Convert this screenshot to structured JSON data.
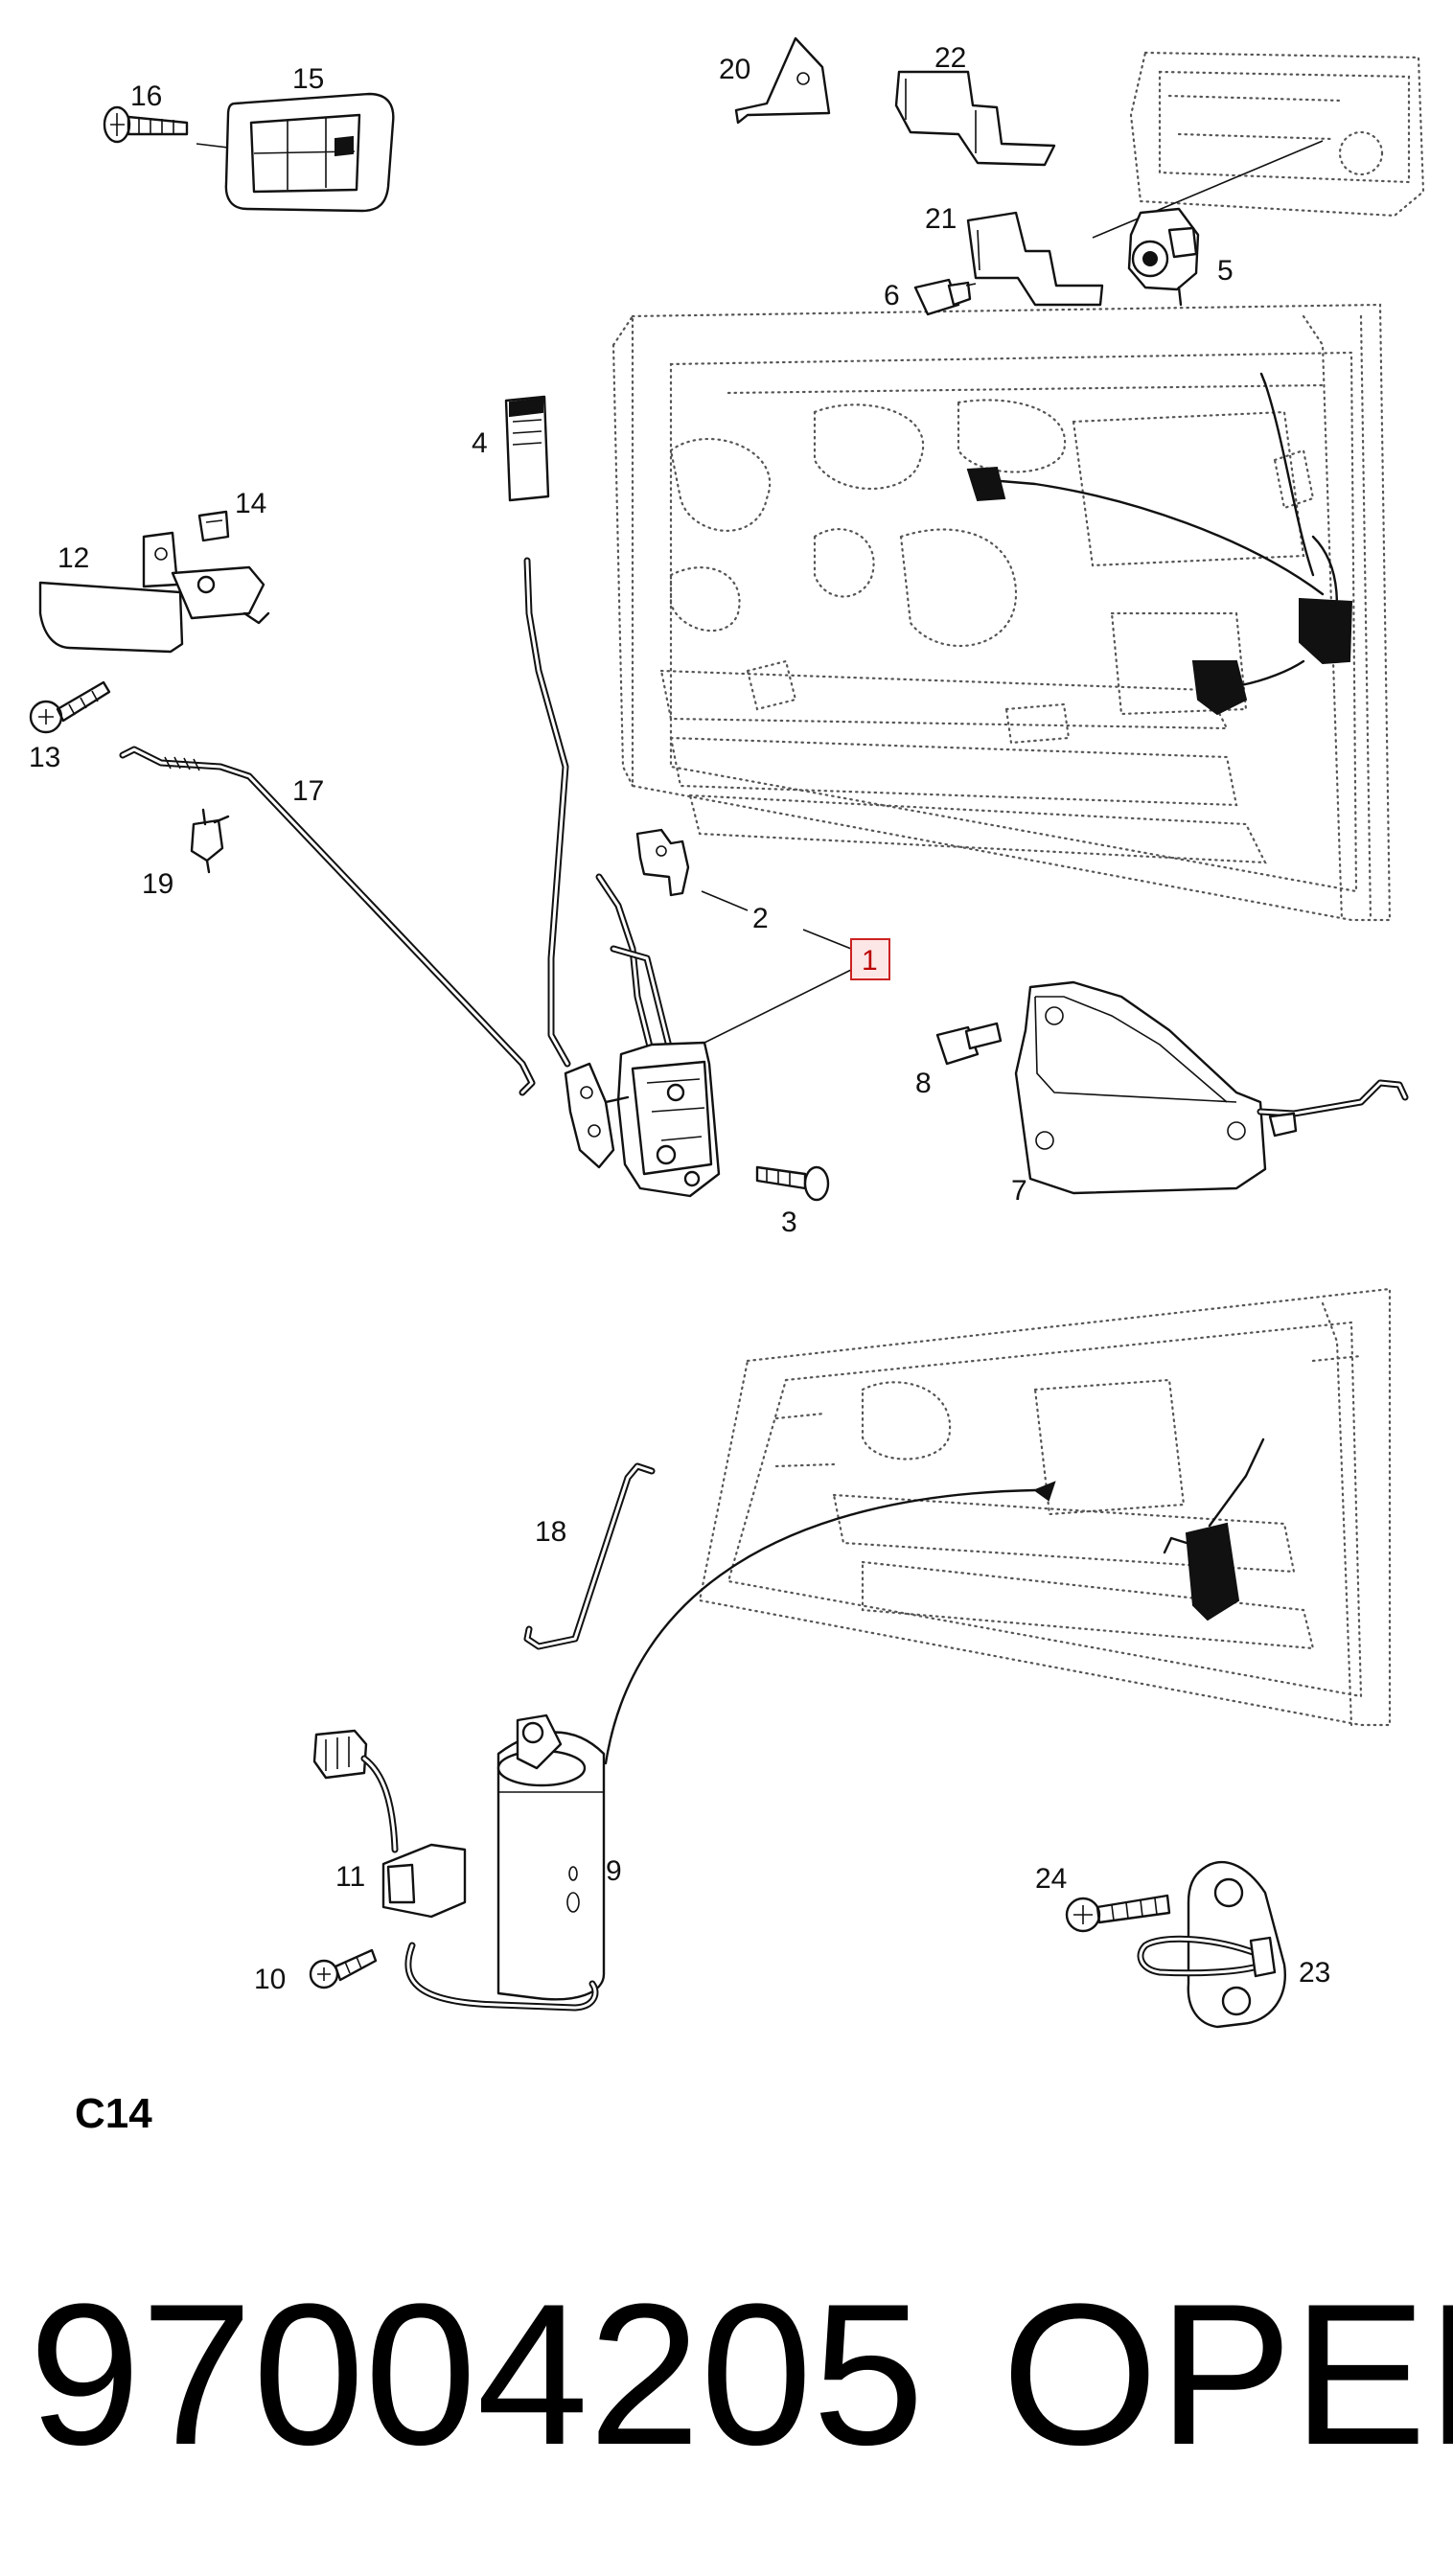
{
  "callouts": {
    "c1": "1",
    "c2": "2",
    "c3": "3",
    "c4": "4",
    "c5": "5",
    "c6": "6",
    "c7": "7",
    "c8": "8",
    "c9": "9",
    "c10": "10",
    "c11": "11",
    "c12": "12",
    "c13": "13",
    "c14": "14",
    "c15": "15",
    "c16": "16",
    "c17": "17",
    "c18": "18",
    "c19": "19",
    "c20": "20",
    "c21": "21",
    "c22": "22",
    "c23": "23",
    "c24": "24"
  },
  "sheet_code": "C14",
  "part_number": "97004205",
  "brand": "OPEL",
  "highlight_color": "#cc2222"
}
